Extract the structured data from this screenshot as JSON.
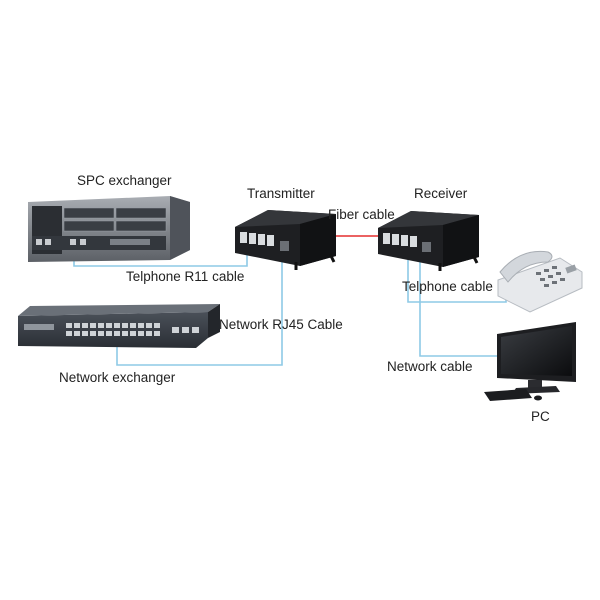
{
  "colors": {
    "network_cable": "#8ecae6",
    "fiber_cable": "#e84c4c",
    "device_body": "#1e1f22",
    "rack_gray": "#8a8e95"
  },
  "devices": {
    "spc_exchanger": {
      "label": "SPC exchanger",
      "icon": "pbx-rack-icon"
    },
    "transmitter": {
      "label": "Transmitter",
      "icon": "media-converter-icon"
    },
    "receiver": {
      "label": "Receiver",
      "icon": "media-converter-icon"
    },
    "network_exchanger": {
      "label": "Network exchanger",
      "icon": "network-switch-icon"
    },
    "telephone": {
      "label": "",
      "icon": "desk-phone-icon"
    },
    "pc": {
      "label": "PC",
      "icon": "desktop-monitor-icon"
    }
  },
  "connections": {
    "fiber": {
      "label": "Fiber cable"
    },
    "telephone_r11_left": {
      "label": "Telphone R11 cable"
    },
    "network_rj45": {
      "label": "Network RJ45 Cable"
    },
    "telephone_right": {
      "label": "Telphone cable"
    },
    "network_right": {
      "label": "Network cable"
    }
  }
}
